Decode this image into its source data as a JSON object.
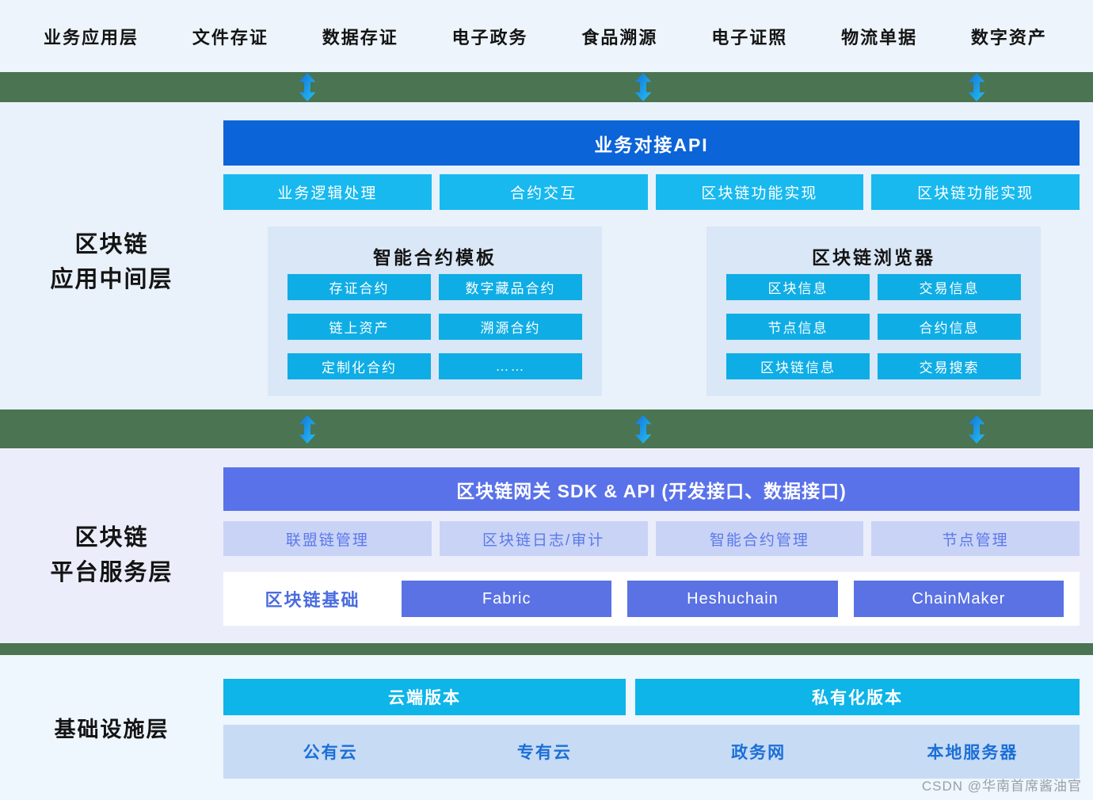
{
  "header": {
    "layer_label": "业务应用层",
    "items": [
      "文件存证",
      "数据存证",
      "电子政务",
      "食品溯源",
      "电子证照",
      "物流单据",
      "数字资产"
    ]
  },
  "middleware": {
    "layer_label_line1": "区块链",
    "layer_label_line2": "应用中间层",
    "api_bar": "业务对接API",
    "function_buttons": [
      "业务逻辑处理",
      "合约交互",
      "区块链功能实现",
      "区块链功能实现"
    ],
    "contract_panel": {
      "title": "智能合约模板",
      "buttons": [
        "存证合约",
        "数字藏品合约",
        "链上资产",
        "溯源合约",
        "定制化合约",
        "……"
      ]
    },
    "explorer_panel": {
      "title": "区块链浏览器",
      "buttons": [
        "区块信息",
        "交易信息",
        "节点信息",
        "合约信息",
        "区块链信息",
        "交易搜索"
      ]
    }
  },
  "platform": {
    "layer_label_line1": "区块链",
    "layer_label_line2": "平台服务层",
    "gateway_bar": "区块链网关 SDK & API (开发接口、数据接口)",
    "management_buttons": [
      "联盟链管理",
      "区块链日志/审计",
      "智能合约管理",
      "节点管理"
    ],
    "base_row": {
      "label": "区块链基础",
      "chains": [
        "Fabric",
        "Heshuchain",
        "ChainMaker"
      ]
    }
  },
  "infrastructure": {
    "layer_label": "基础设施层",
    "version_bars": [
      "云端版本",
      "私有化版本"
    ],
    "deployment_options": [
      "公有云",
      "专有云",
      "政务网",
      "本地服务器"
    ]
  },
  "watermark": "CSDN @华南首席酱油官",
  "colors": {
    "separator_green": "#4a7452",
    "api_blue": "#0b64d8",
    "function_cyan": "#18b9ef",
    "panel_bg": "#d9e7f7",
    "panel_button_cyan": "#0fade5",
    "gateway_purple": "#5a72e9",
    "management_bg": "#c9d3f6",
    "chain_purple": "#5a72e4",
    "infra_cyan": "#0db5e8",
    "options_bg": "#c7dbf5",
    "arrow_gradient_start": "#1273dc",
    "arrow_gradient_end": "#25c1f1"
  }
}
